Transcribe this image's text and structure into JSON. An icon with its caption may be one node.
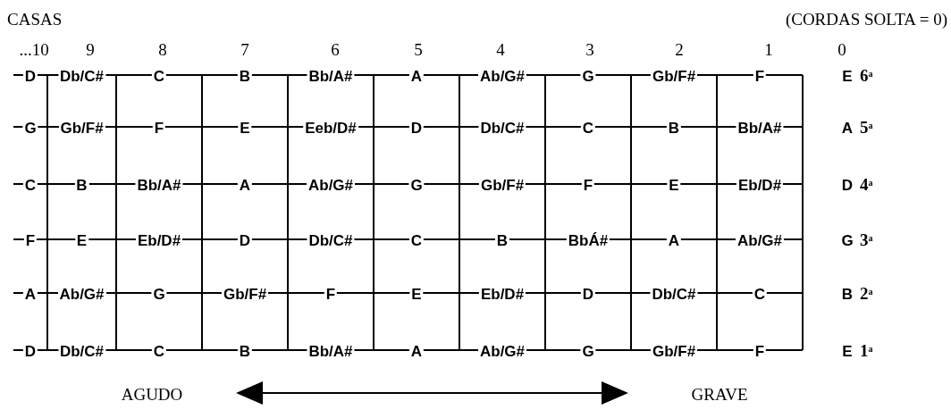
{
  "diagram": {
    "labels": [
      "CASAS",
      "(CORDAS SOLTA = 0)",
      "...10",
      "9",
      "8",
      "7",
      "6",
      "5",
      "4",
      "3",
      "2",
      "1",
      "0",
      "D",
      "Db/C#",
      "C",
      "B",
      "Bb/A#",
      "A",
      "Ab/G#",
      "G",
      "Gb/F#",
      "F",
      "E",
      "6$^{a}$",
      "G",
      "Gb/F#",
      "F",
      "E",
      "Eeb/D#",
      "D",
      "Db/C#",
      "C",
      "B",
      "Bb/A#",
      "A",
      "5$^{a}$",
      "C",
      "B",
      "Bb/A#",
      "A",
      "Ab/G#",
      "G",
      "Gb/F#",
      "F",
      "E",
      "Eb/D#",
      "D",
      "4$^{a}$",
      "F",
      "E",
      "Eb/D#",
      "D",
      "Db/C#",
      "C",
      "B",
      "BbÁ#",
      "A",
      "Ab/G#",
      "G",
      "3$^{a}$",
      "A",
      "Ab/G#",
      "G",
      "Gb/F#",
      "F",
      "E",
      "Eb/D#",
      "D",
      "Db/C#",
      "C",
      "B",
      "2$^{a}$",
      "D",
      "Db/C#",
      "C",
      "B",
      "Bb/A#",
      "A",
      "Ab/G#",
      "G",
      "Gb/F#",
      "F",
      "E",
      "1$^{a}$",
      "AGUDO",
      "GRAVE"
    ]
  }
}
